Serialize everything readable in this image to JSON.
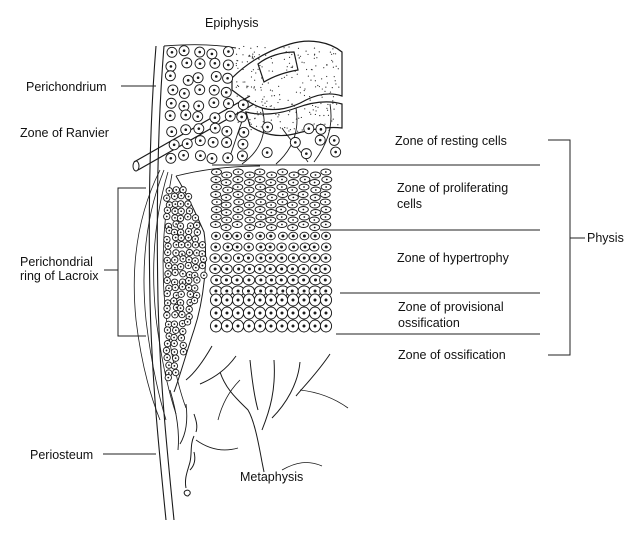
{
  "title": "Epiphysis",
  "bottom_label": "Metaphysis",
  "left_labels": {
    "perichondrium": "Perichondrium",
    "zone_ranvier": "Zone of Ranvier",
    "lacroix_line1": "Perichondrial",
    "lacroix_line2": "ring of Lacroix",
    "periosteum": "Periosteum"
  },
  "zones": {
    "resting": "Zone of resting cells",
    "proliferating_line1": "Zone of proliferating",
    "proliferating_line2": "cells",
    "hypertrophy": "Zone of hypertrophy",
    "provisional_line1": "Zone of provisional",
    "provisional_line2": "ossification",
    "ossification": "Zone of ossification"
  },
  "bracket_label": "Physis",
  "colors": {
    "ink": "#1a1a1a",
    "background": "#ffffff"
  }
}
